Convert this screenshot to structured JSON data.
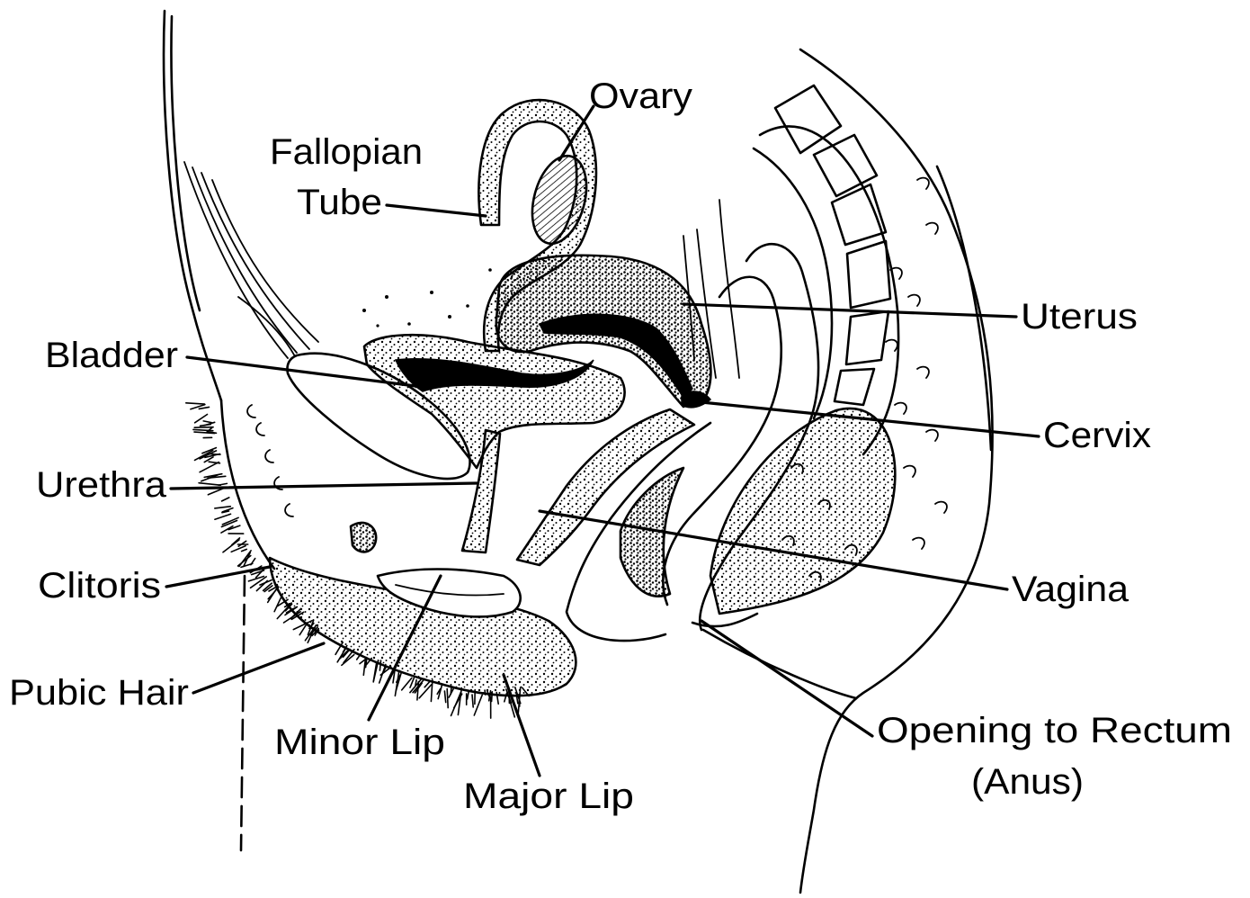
{
  "labels": {
    "ovary": "Ovary",
    "fallopian_tube": {
      "line1": "Fallopian",
      "line2": "Tube"
    },
    "uterus": "Uterus",
    "bladder": "Bladder",
    "cervix": "Cervix",
    "urethra": "Urethra",
    "clitoris": "Clitoris",
    "vagina": "Vagina",
    "pubic_hair": "Pubic Hair",
    "minor_lip": "Minor Lip",
    "major_lip": "Major Lip",
    "opening_to_rectum": {
      "line1": "Opening to Rectum",
      "line2": "(Anus)"
    }
  },
  "colors": {
    "ink": "#000000",
    "background": "#ffffff"
  }
}
